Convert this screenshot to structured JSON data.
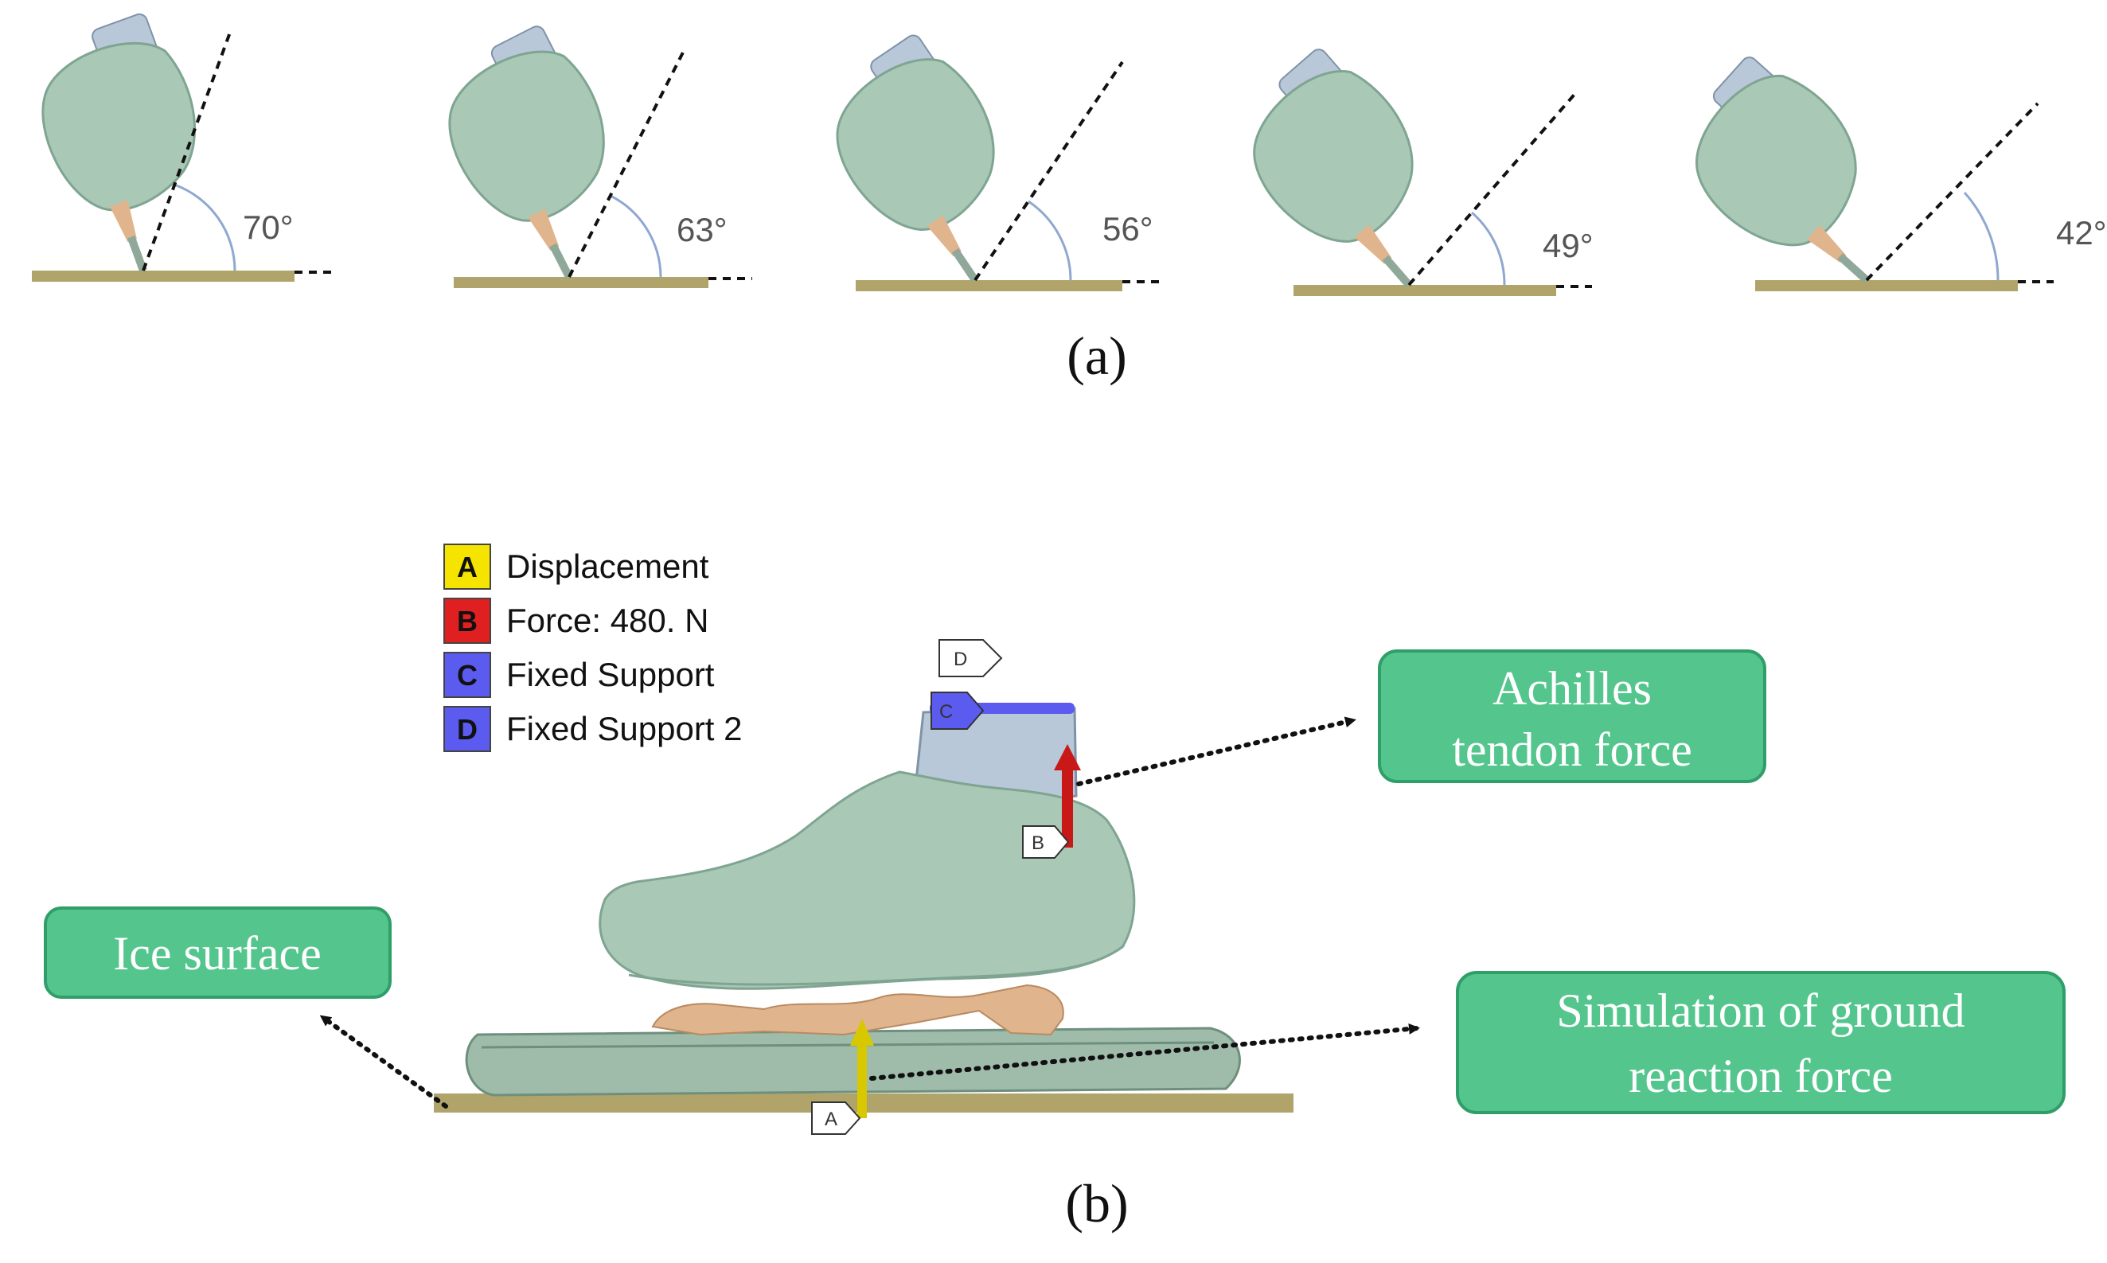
{
  "panel_a": {
    "label": "(a)",
    "angles": [
      "70°",
      "63°",
      "56°",
      "49°",
      "42°"
    ]
  },
  "panel_b": {
    "label": "(b)",
    "legend": [
      {
        "key": "A",
        "text": "Displacement",
        "color": "#f5e400"
      },
      {
        "key": "B",
        "text": "Force: 480. N",
        "color": "#e02020"
      },
      {
        "key": "C",
        "text": "Fixed Support",
        "color": "#5b5bf0"
      },
      {
        "key": "D",
        "text": "Fixed Support 2",
        "color": "#5b5bf0"
      }
    ],
    "tags": {
      "a": "A",
      "b": "B",
      "c": "C",
      "d": "D"
    },
    "callouts": {
      "achilles_line1": "Achilles",
      "achilles_line2": "tendon force",
      "ice": "Ice surface",
      "ground_line1": "Simulation of ground",
      "ground_line2": "reaction force"
    }
  },
  "colors": {
    "boot": "#a9c8b6",
    "boot_dark": "#7fa592",
    "cuff": "#b8c8d8",
    "bone": "#e0b48c",
    "ice": "#b0a46a",
    "callout_fill": "#54c68d",
    "callout_stroke": "#2f9e68",
    "force_arrow": "#c81818",
    "disp_arrow": "#d8c800"
  }
}
